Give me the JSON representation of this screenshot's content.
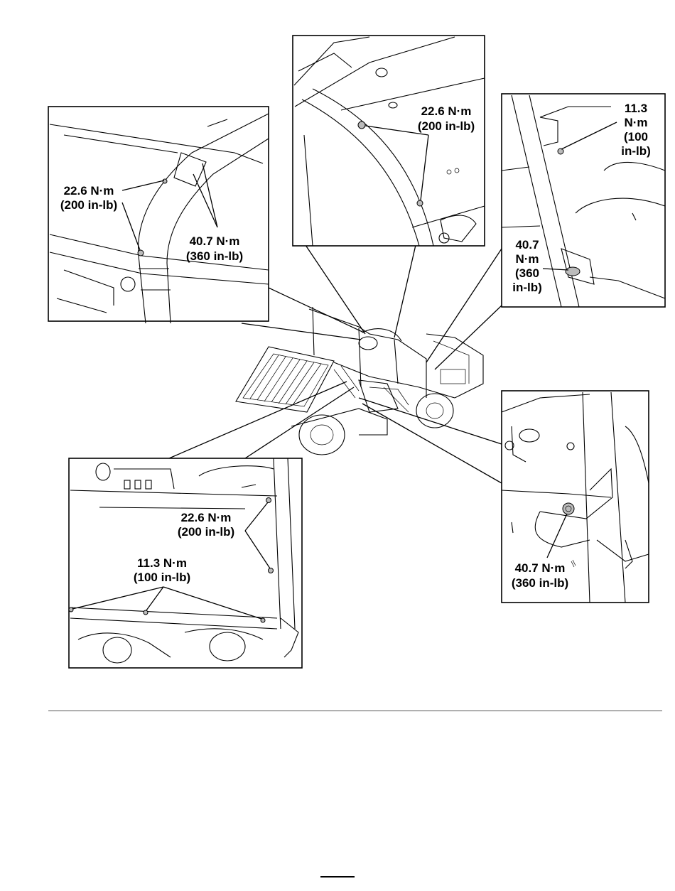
{
  "callouts": {
    "top_left": {
      "torque_a": [
        "22.6 N·m",
        "(200 in-lb)"
      ],
      "torque_b": [
        "40.7 N·m",
        "(360 in-lb)"
      ]
    },
    "top_center": {
      "torque_a": [
        "22.6 N·m",
        "(200 in-lb)"
      ]
    },
    "top_right": {
      "torque_a": [
        "11.3",
        "N·m",
        "(100",
        "in-lb)"
      ],
      "torque_b": [
        "40.7",
        "N·m",
        "(360",
        "in-lb)"
      ]
    },
    "bottom_left": {
      "torque_a": [
        "22.6 N·m",
        "(200 in-lb)"
      ],
      "torque_b": [
        "11.3 N·m",
        "(100 in-lb)"
      ]
    },
    "bottom_right": {
      "torque_a": [
        "40.7 N·m",
        "(360 in-lb)"
      ]
    }
  }
}
